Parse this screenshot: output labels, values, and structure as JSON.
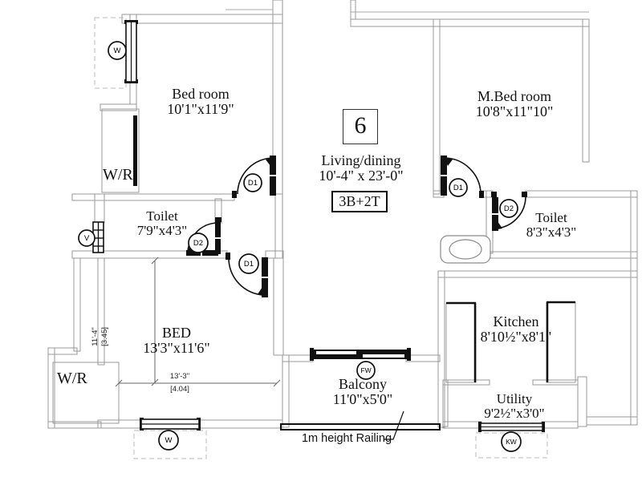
{
  "unit": {
    "number": "6",
    "config": "3B+2T",
    "living_name": "Living/dining",
    "living_dims": "10'-4\" x 23'-0\""
  },
  "rooms": {
    "bedroom": {
      "name": "Bed room",
      "dims": "10'1\"x11'9\""
    },
    "master_bedroom": {
      "name": "M.Bed room",
      "dims": "10'8\"x11\"10\""
    },
    "toilet_left": {
      "name": "Toilet",
      "dims": "7'9\"x4'3\""
    },
    "toilet_right": {
      "name": "Toilet",
      "dims": "8'3\"x4'3\""
    },
    "bed": {
      "name": "BED",
      "dims": "13'3\"x11'6\""
    },
    "kitchen": {
      "name": "Kitchen",
      "dims": "8'10½\"x8'1\""
    },
    "utility": {
      "name": "Utility",
      "dims": "9'2½\"x3'0\""
    },
    "balcony": {
      "name": "Balcony",
      "dims": "11'0\"x5'0\""
    }
  },
  "labels": {
    "wardrobe": "W/R",
    "railing": "1m height Railing"
  },
  "markers": {
    "window": "W",
    "ventilator": "V",
    "french_window": "FW",
    "kitchen_window": "KW",
    "door1": "D1",
    "door2": "D2"
  },
  "dimensions": {
    "vertical_ft": "11'-4\"",
    "vertical_m": "[3.45]",
    "horizontal_ft": "13'-3\"",
    "horizontal_m": "[4.04]"
  }
}
